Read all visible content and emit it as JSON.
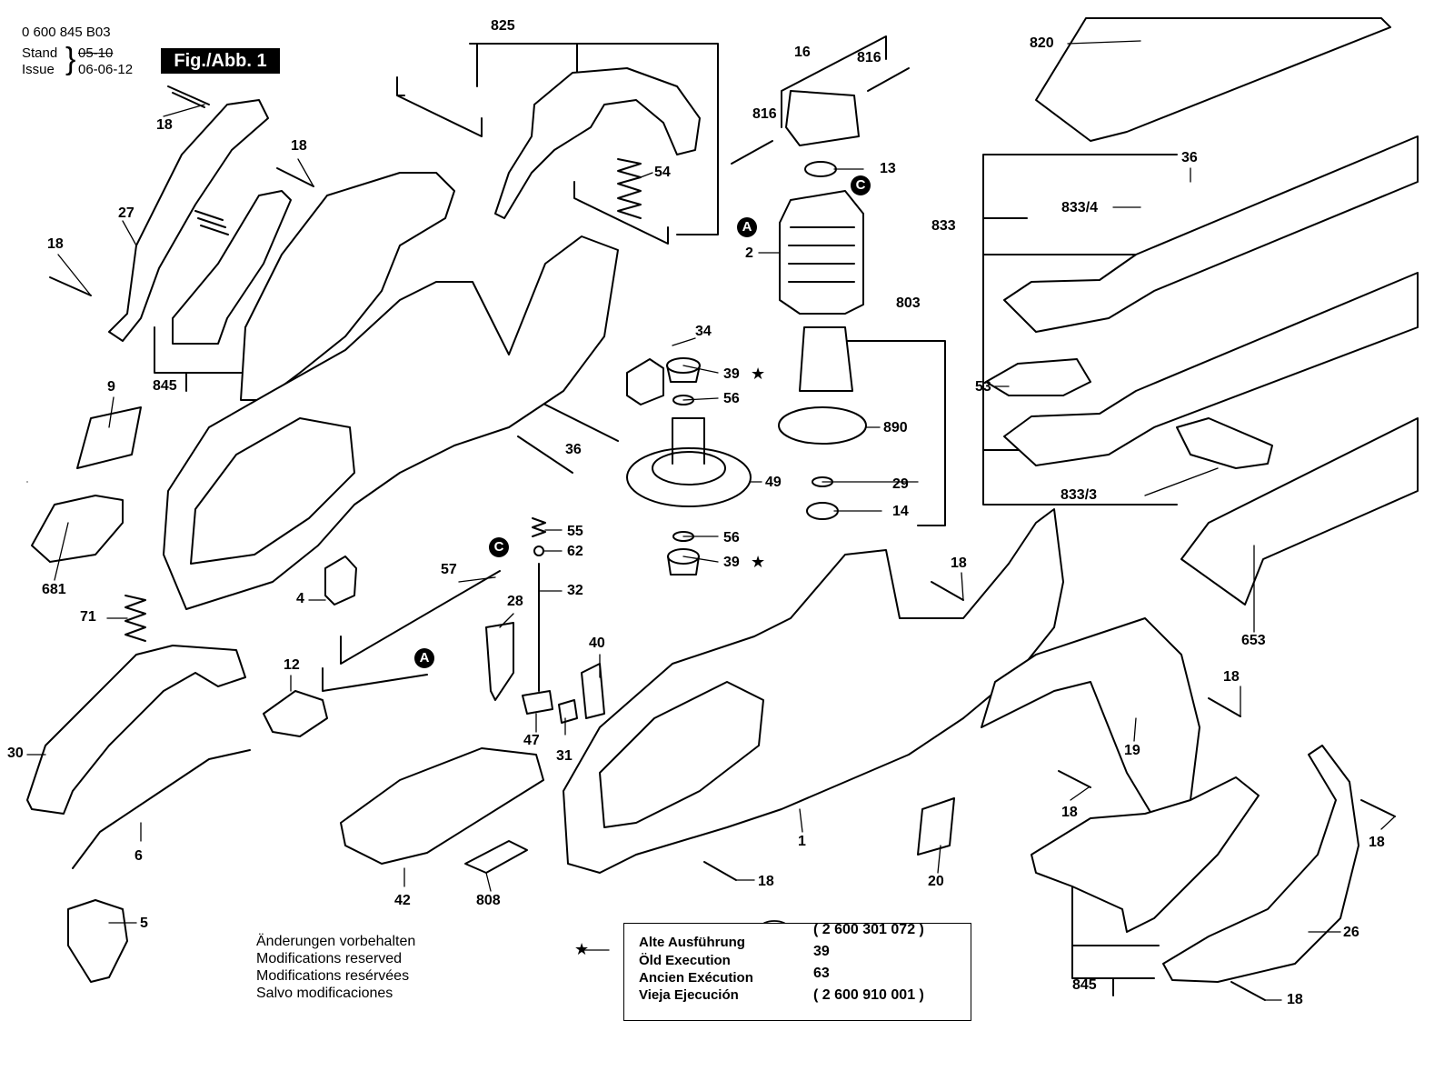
{
  "header": {
    "part_number": "0 600 845 B03",
    "stand_label": "Stand",
    "stand_value": "05-10",
    "issue_label": "Issue",
    "issue_value": "06-06-12",
    "figure_title": "Fig./Abb. 1"
  },
  "part_labels": {
    "p825": "825",
    "p16": "16",
    "p816a": "816",
    "p816b": "816",
    "p820": "820",
    "p18a": "18",
    "p18b": "18",
    "p18c": "18",
    "p18d": "18",
    "p18e": "18",
    "p18f": "18",
    "p18g": "18",
    "p18h": "18",
    "p18i": "18",
    "p27": "27",
    "p54": "54",
    "p13": "13",
    "p36a": "36",
    "p36b": "36",
    "p833_4": "833/4",
    "p833": "833",
    "p2": "2",
    "p803": "803",
    "p34": "34",
    "p39a": "39",
    "p39b": "39",
    "p56a": "56",
    "p56b": "56",
    "p845a": "845",
    "p845b": "845",
    "p9": "9",
    "p53": "53",
    "p890": "890",
    "p49": "49",
    "p29": "29",
    "p14": "14",
    "p833_3": "833/3",
    "p681": "681",
    "p55": "55",
    "p62": "62",
    "p57": "57",
    "p32": "32",
    "p4": "4",
    "p28": "28",
    "p653": "653",
    "p71": "71",
    "p40": "40",
    "p12": "12",
    "p30": "30",
    "p47": "47",
    "p31": "31",
    "p19": "19",
    "p6": "6",
    "p1": "1",
    "p42": "42",
    "p808": "808",
    "p20": "20",
    "p5": "5",
    "p26": "26"
  },
  "callouts": {
    "a": "A",
    "c": "C"
  },
  "star": "★",
  "notes": [
    "Änderungen vorbehalten",
    "Modifications reserved",
    "Modifications resérvées",
    "Salvo modificaciones"
  ],
  "legend": {
    "rows": [
      "Alte Ausführung",
      "Öld Execution",
      "Ancien Exécution",
      "Vieja Ejecución"
    ],
    "code_top": "( 2 600 301 072 )",
    "code_bottom": "( 2 600 910 001 )",
    "part_top": "39",
    "part_bottom": "63"
  }
}
